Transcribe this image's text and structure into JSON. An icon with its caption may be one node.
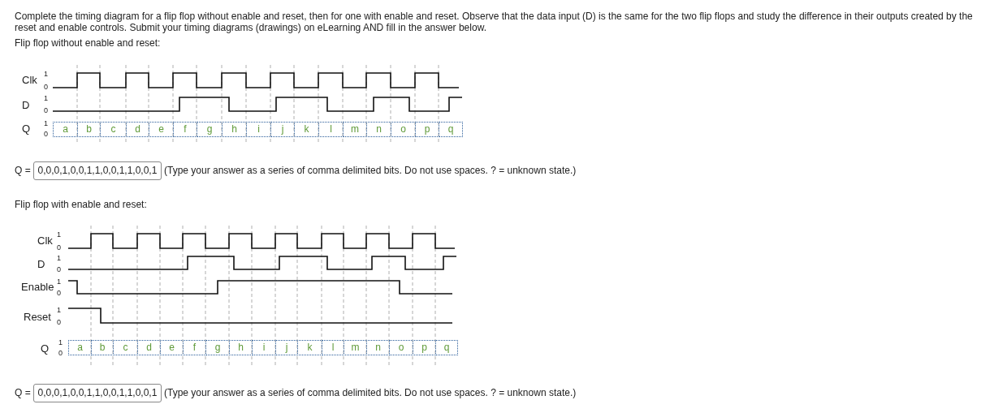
{
  "diagram": {
    "labels": [
      "Complete the timing diagram for a flip flop without enable and reset, then for one with enable and reset. Observe that the data input (D) is the same for the two flip flops and study the difference in their outputs created by the reset and enable controls. Submit your timing diagrams (drawings) on eLearning AND fill in the answer below.",
      "Flip flop without enable and reset:",
      "Clk",
      "1",
      "0",
      "D",
      "1",
      "0",
      "Q",
      "1",
      "0",
      "a",
      "b",
      "c",
      "d",
      "e",
      "f",
      "g",
      "h",
      "i",
      "j",
      "k",
      "l",
      "m",
      "n",
      "o",
      "p",
      "q",
      "Q =",
      "0,0,0,1,0,0,1,1,0,0,1,1,0,0,1",
      "(Type your answer as a series of comma delimited bits. Do not use spaces. ? = unknown state.)",
      "Flip flop with enable and reset:",
      "Clk",
      "1",
      "0",
      "D",
      "1",
      "0",
      "Enable",
      "1",
      "0",
      "Reset",
      "1",
      "0",
      "Q",
      "1",
      "0",
      "a",
      "b",
      "c",
      "d",
      "e",
      "f",
      "g",
      "h",
      "i",
      "j",
      "k",
      "l",
      "m",
      "n",
      "o",
      "p",
      "q",
      "Q =",
      "0,0,0,1,0,0,1,1,0,0,1,1,0,0,1",
      "(Type your answer as a series of comma delimited bits. Do not use spaces. ? = unknown state.)"
    ]
  }
}
